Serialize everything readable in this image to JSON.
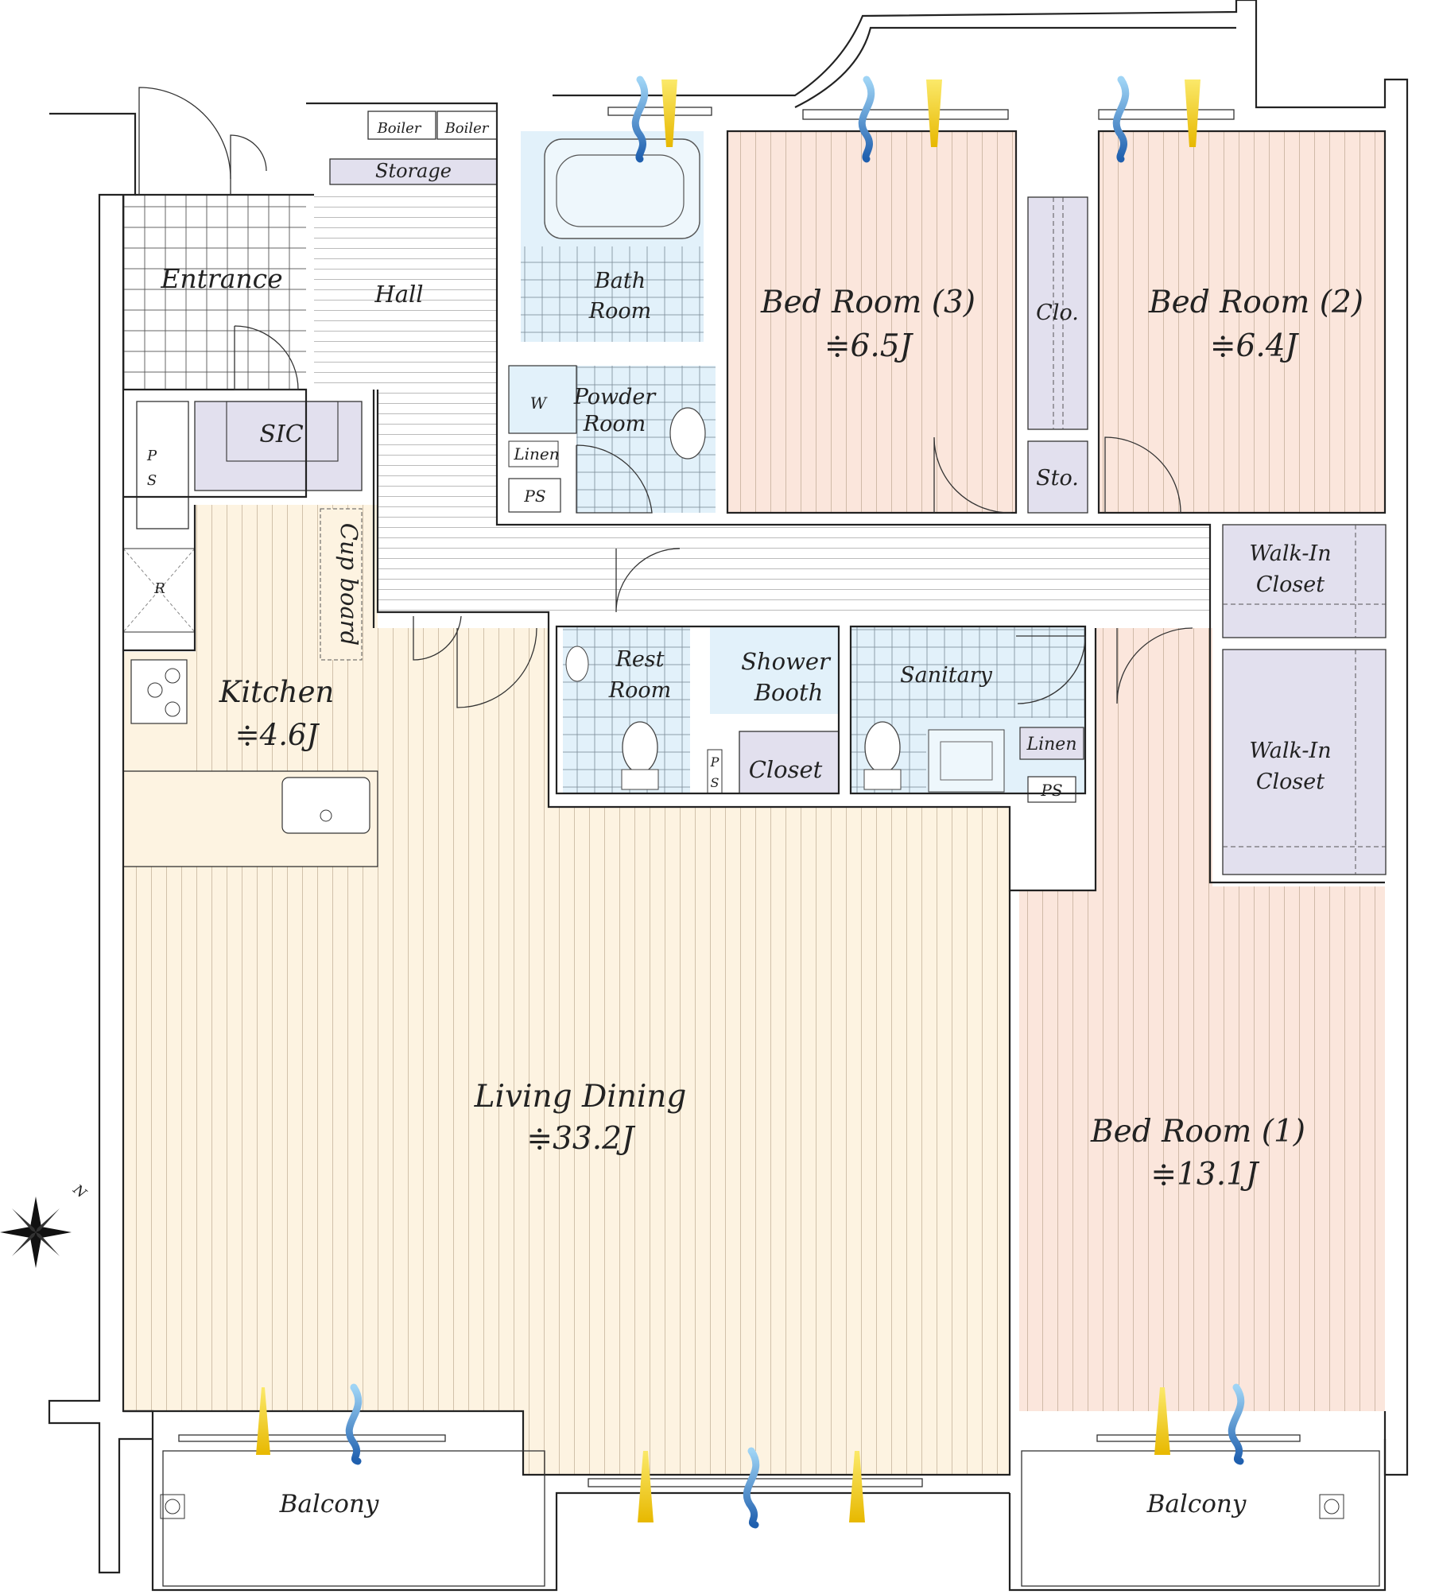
{
  "rooms": {
    "boiler_1": "Boiler",
    "boiler_2": "Boiler",
    "storage": "Storage",
    "entrance": "Entrance",
    "hall": "Hall",
    "bath_room_line1": "Bath",
    "bath_room_line2": "Room",
    "powder_room_line1": "Powder",
    "powder_room_line2": "Room",
    "washer": "W",
    "linen_powder": "Linen",
    "ps_powder": "PS",
    "sic": "SIC",
    "ps_left_line1": "P",
    "ps_left_line2": "S",
    "fridge": "R",
    "cupboard": "Cup board",
    "kitchen": "Kitchen",
    "kitchen_area": "≑4.6J",
    "bedroom3": "Bed Room (3)",
    "bedroom3_area": "≑6.5J",
    "bedroom2": "Bed Room (2)",
    "bedroom2_area": "≑6.4J",
    "clo": "Clo.",
    "sto": "Sto.",
    "walkin1_line1": "Walk-In",
    "walkin1_line2": "Closet",
    "walkin2_line1": "Walk-In",
    "walkin2_line2": "Closet",
    "rest_room_line1": "Rest",
    "rest_room_line2": "Room",
    "shower_booth_line1": "Shower",
    "shower_booth_line2": "Booth",
    "sanitary": "Sanitary",
    "closet": "Closet",
    "ps_small_line1": "P",
    "ps_small_line2": "S",
    "linen_sanitary": "Linen",
    "ps_sanitary": "PS",
    "living_dining": "Living Dining",
    "living_dining_area": "≑33.2J",
    "bedroom1": "Bed Room (1)",
    "bedroom1_area": "≑13.1J",
    "balcony_left": "Balcony",
    "balcony_right": "Balcony"
  },
  "compass": {
    "north_label": "N"
  },
  "colors": {
    "bedroom_fill": "#fbe6dc",
    "living_fill": "#fdf3e1",
    "wet_area_fill": "#e2f1fa",
    "storage_fill": "#e2e0ee",
    "hall_fill": "#ffffff",
    "wall": "#222222",
    "air_in": "#f4d22a",
    "air_out": "#2e74c0"
  }
}
